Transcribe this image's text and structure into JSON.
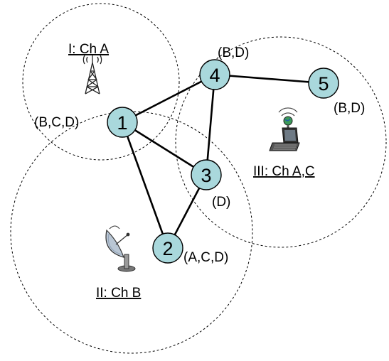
{
  "regions": [
    {
      "label": "I: Ch A",
      "icon": "radio-tower-icon"
    },
    {
      "label": "II: Ch B",
      "icon": "satellite-dish-icon"
    },
    {
      "label": "III: Ch A,C",
      "icon": "laptop-icon"
    }
  ],
  "nodes": [
    {
      "id": "1",
      "channels": "(B,C,D)"
    },
    {
      "id": "2",
      "channels": "(A,C,D)"
    },
    {
      "id": "3",
      "channels": "(D)"
    },
    {
      "id": "4",
      "channels": "(B,D)"
    },
    {
      "id": "5",
      "channels": "(B,D)"
    }
  ],
  "edges": [
    [
      "1",
      "4"
    ],
    [
      "1",
      "3"
    ],
    [
      "1",
      "2"
    ],
    [
      "2",
      "3"
    ],
    [
      "3",
      "4"
    ],
    [
      "4",
      "5"
    ]
  ],
  "colors": {
    "node_fill": "#a9d8dc",
    "line": "#000000"
  }
}
